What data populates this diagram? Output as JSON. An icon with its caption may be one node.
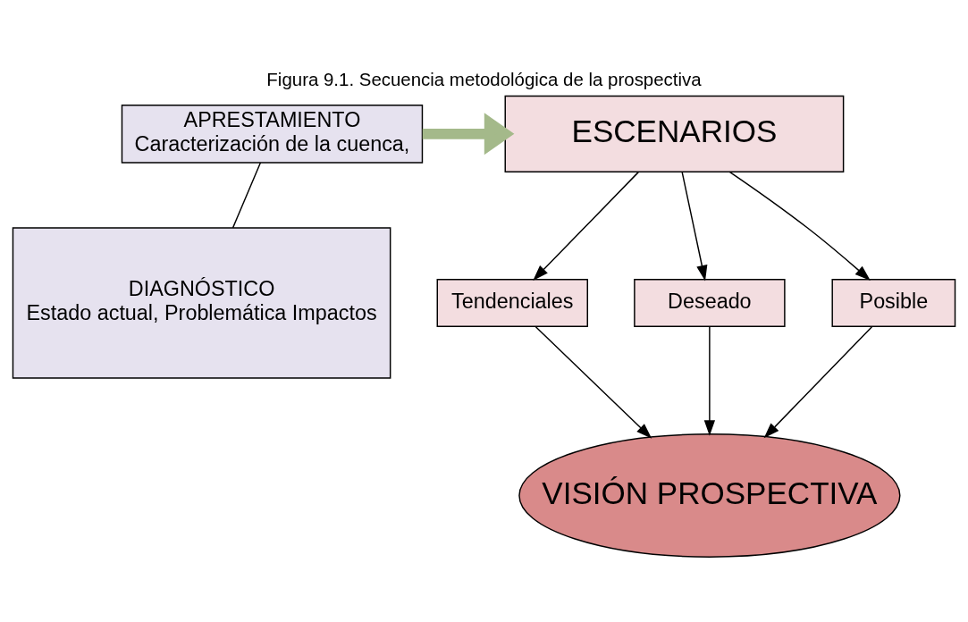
{
  "diagram": {
    "title": "Figura 9.1. Secuencia metodológica de la prospectiva",
    "nodes": [
      {
        "text": [
          "APRESTAMIENTO",
          "Caracterización de la cuenca,"
        ]
      },
      {
        "text": [
          "DIAGNÓSTICO",
          "Estado actual, Problemática Impactos"
        ]
      },
      {
        "text": [
          "ESCENARIOS"
        ]
      },
      {
        "text": [
          "Tendenciales"
        ]
      },
      {
        "text": [
          "Deseado"
        ]
      },
      {
        "text": [
          "Posible"
        ]
      },
      {
        "text": [
          "VISIÓN PROSPECTIVA"
        ]
      }
    ],
    "edges": [
      {
        "from": 0,
        "to": 2,
        "arrow": "to",
        "style": "thick",
        "color": "#a4b98a"
      },
      {
        "from": 0,
        "to": 1,
        "arrow": "none"
      },
      {
        "from": 2,
        "to": 3,
        "arrow": "to"
      },
      {
        "from": 2,
        "to": 4,
        "arrow": "to"
      },
      {
        "from": 2,
        "to": 5,
        "arrow": "to"
      },
      {
        "from": 3,
        "to": 6,
        "arrow": "to"
      },
      {
        "from": 4,
        "to": 6,
        "arrow": "to"
      },
      {
        "from": 5,
        "to": 6,
        "arrow": "to"
      }
    ]
  }
}
